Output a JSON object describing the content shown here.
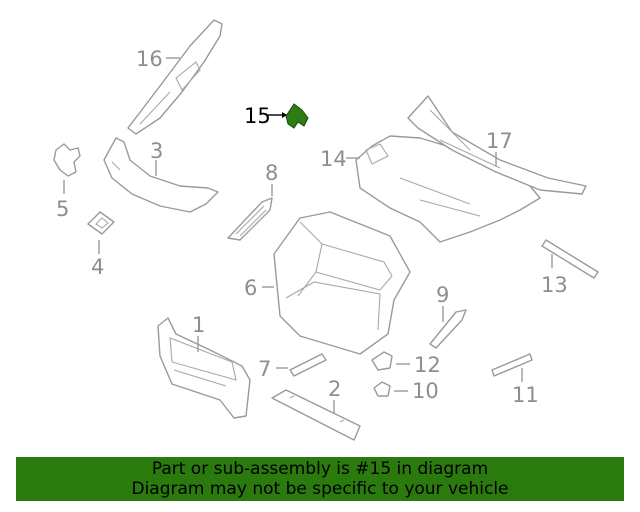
{
  "callouts": {
    "c1": "1",
    "c2": "2",
    "c3": "3",
    "c4": "4",
    "c5": "5",
    "c6": "6",
    "c7": "7",
    "c8": "8",
    "c9": "9",
    "c10": "10",
    "c11": "11",
    "c12": "12",
    "c13": "13",
    "c14": "14",
    "c15": "15",
    "c16": "16",
    "c17": "17"
  },
  "highlighted_part": "15",
  "colors": {
    "highlight_part": "#2e7d12",
    "banner_bg": "#2a7a0e",
    "line_art": "#9a9a9a"
  },
  "banner": {
    "line1": "Part or sub-assembly is #15 in diagram",
    "line2": "Diagram may not be specific to your vehicle"
  }
}
